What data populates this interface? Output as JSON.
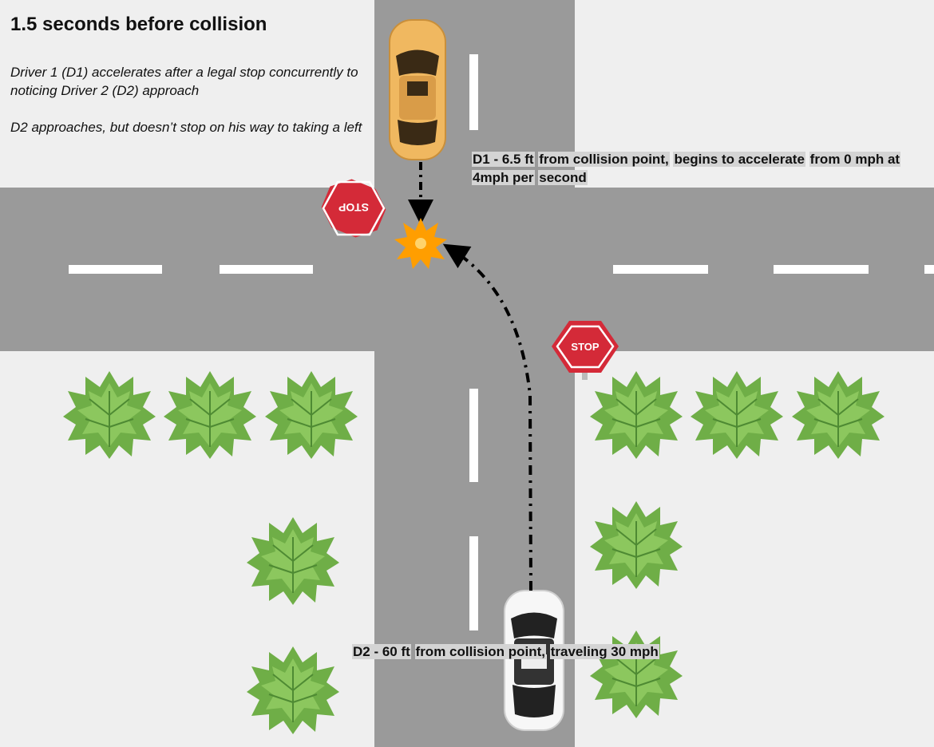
{
  "title": "1.5 seconds before collision",
  "descriptions": [
    "Driver 1 (D1) accelerates after a legal stop concurrently to noticing Driver 2 (D2) approach",
    "D2 approaches, but doesn’t stop on his way to taking a left"
  ],
  "d1_label": {
    "lines": [
      "D1 - 6.5 ft",
      "from collision point,",
      "begins to accelerate",
      "from 0 mph at 4mph per",
      "second"
    ]
  },
  "d2_label": {
    "lines": [
      "D2 - 60 ft",
      "from collision point,",
      "traveling 30 mph"
    ]
  },
  "stop_sign_text": "STOP",
  "colors": {
    "background": "#efefef",
    "road": "#9a9a9a",
    "lane_marking": "#ffffff",
    "stop_sign": "#d42a38",
    "collision": "#ff9e00",
    "d1_car": "#f0b860",
    "d2_car": "#f7f7f7",
    "bush": "#6fae47"
  }
}
